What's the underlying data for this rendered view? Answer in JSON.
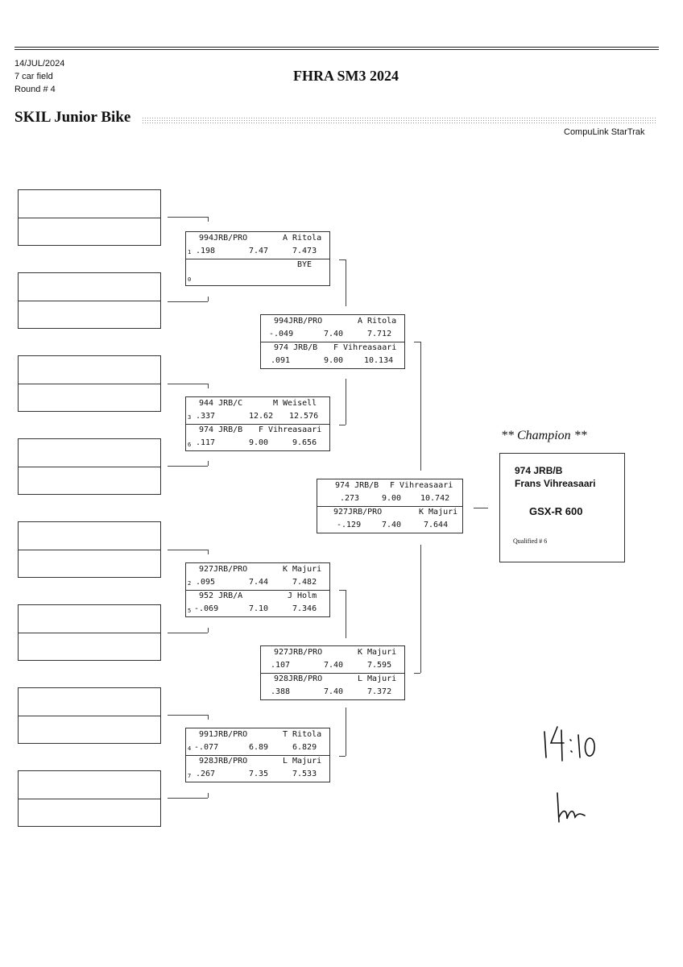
{
  "header": {
    "date": "14/JUL/2024",
    "field": "7 car field",
    "round": "Round # 4",
    "title": "FHRA SM3 2024",
    "event": "SKIL Junior Bike",
    "software": "CompuLink StarTrak"
  },
  "round1": [
    {
      "top": {
        "seed": "1",
        "car": "994JRB/PRO",
        "name": "A Ritola",
        "rt": ".198",
        "dial": "7.47",
        "et": "7.473"
      },
      "bot": {
        "seed": "0",
        "car": "",
        "name": "BYE",
        "rt": "",
        "dial": "",
        "et": ""
      }
    },
    {
      "top": {
        "seed": "3",
        "car": "944 JRB/C",
        "name": "M Weisell",
        "rt": ".337",
        "dial": "12.62",
        "et": "12.576"
      },
      "bot": {
        "seed": "6",
        "car": "974 JRB/B",
        "name": "F Vihreasaari",
        "rt": ".117",
        "dial": "9.00",
        "et": "9.656"
      }
    },
    {
      "top": {
        "seed": "2",
        "car": "927JRB/PRO",
        "name": "K Majuri",
        "rt": ".095",
        "dial": "7.44",
        "et": "7.482"
      },
      "bot": {
        "seed": "5",
        "car": "952 JRB/A",
        "name": "J Holm",
        "rt": "-.069",
        "dial": "7.10",
        "et": "7.346"
      }
    },
    {
      "top": {
        "seed": "4",
        "car": "991JRB/PRO",
        "name": "T Ritola",
        "rt": "-.077",
        "dial": "6.89",
        "et": "6.829"
      },
      "bot": {
        "seed": "7",
        "car": "928JRB/PRO",
        "name": "L Majuri",
        "rt": ".267",
        "dial": "7.35",
        "et": "7.533"
      }
    }
  ],
  "round2": [
    {
      "top": {
        "car": "994JRB/PRO",
        "name": "A Ritola",
        "rt": "-.049",
        "dial": "7.40",
        "et": "7.712"
      },
      "bot": {
        "car": "974 JRB/B",
        "name": "F Vihreasaari",
        "rt": ".091",
        "dial": "9.00",
        "et": "10.134"
      }
    },
    {
      "top": {
        "car": "927JRB/PRO",
        "name": "K Majuri",
        "rt": ".107",
        "dial": "7.40",
        "et": "7.595"
      },
      "bot": {
        "car": "928JRB/PRO",
        "name": "L Majuri",
        "rt": ".388",
        "dial": "7.40",
        "et": "7.372"
      }
    }
  ],
  "final": {
    "top": {
      "car": "974 JRB/B",
      "name": "F Vihreasaari",
      "rt": ".273",
      "dial": "9.00",
      "et": "10.742"
    },
    "bot": {
      "car": "927JRB/PRO",
      "name": "K Majuri",
      "rt": "-.129",
      "dial": "7.40",
      "et": "7.644"
    }
  },
  "champion": {
    "header": "** Champion **",
    "car": "974  JRB/B",
    "name": "Frans Vihreasaari",
    "bike": "GSX-R 600",
    "qualified": "Qualified # 6"
  }
}
